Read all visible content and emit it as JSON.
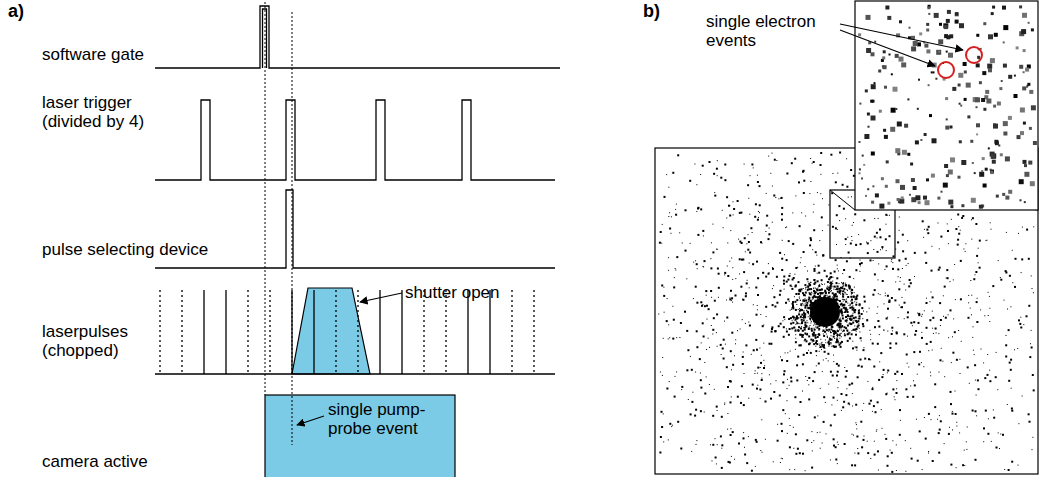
{
  "diagram": {
    "labels": [
      "a)",
      "software gate",
      "laser trigger (divided by 4)",
      "pulse selecting device",
      "laserpulses (chopped)",
      "shutter open",
      "single pump-probe event",
      "camera active",
      "b)",
      "single electron events"
    ]
  }
}
